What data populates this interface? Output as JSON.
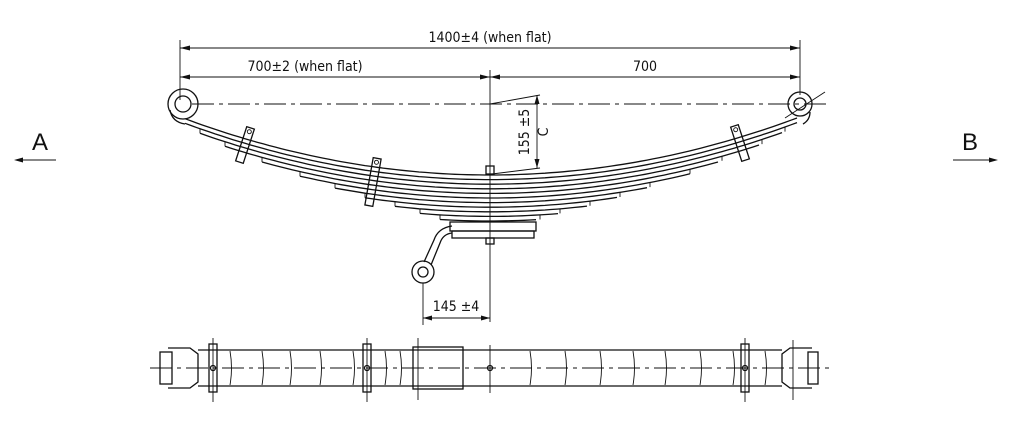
{
  "drawing": {
    "overall_length_label": "1400±4 (when flat)",
    "half_length_label": "700±2 (when flat)",
    "other_half_label": "700",
    "camber_label": "155 ±5",
    "camber_symbol": "C",
    "hook_offset_label": "145 ±4",
    "view_left_label": "A",
    "view_right_label": "B"
  }
}
